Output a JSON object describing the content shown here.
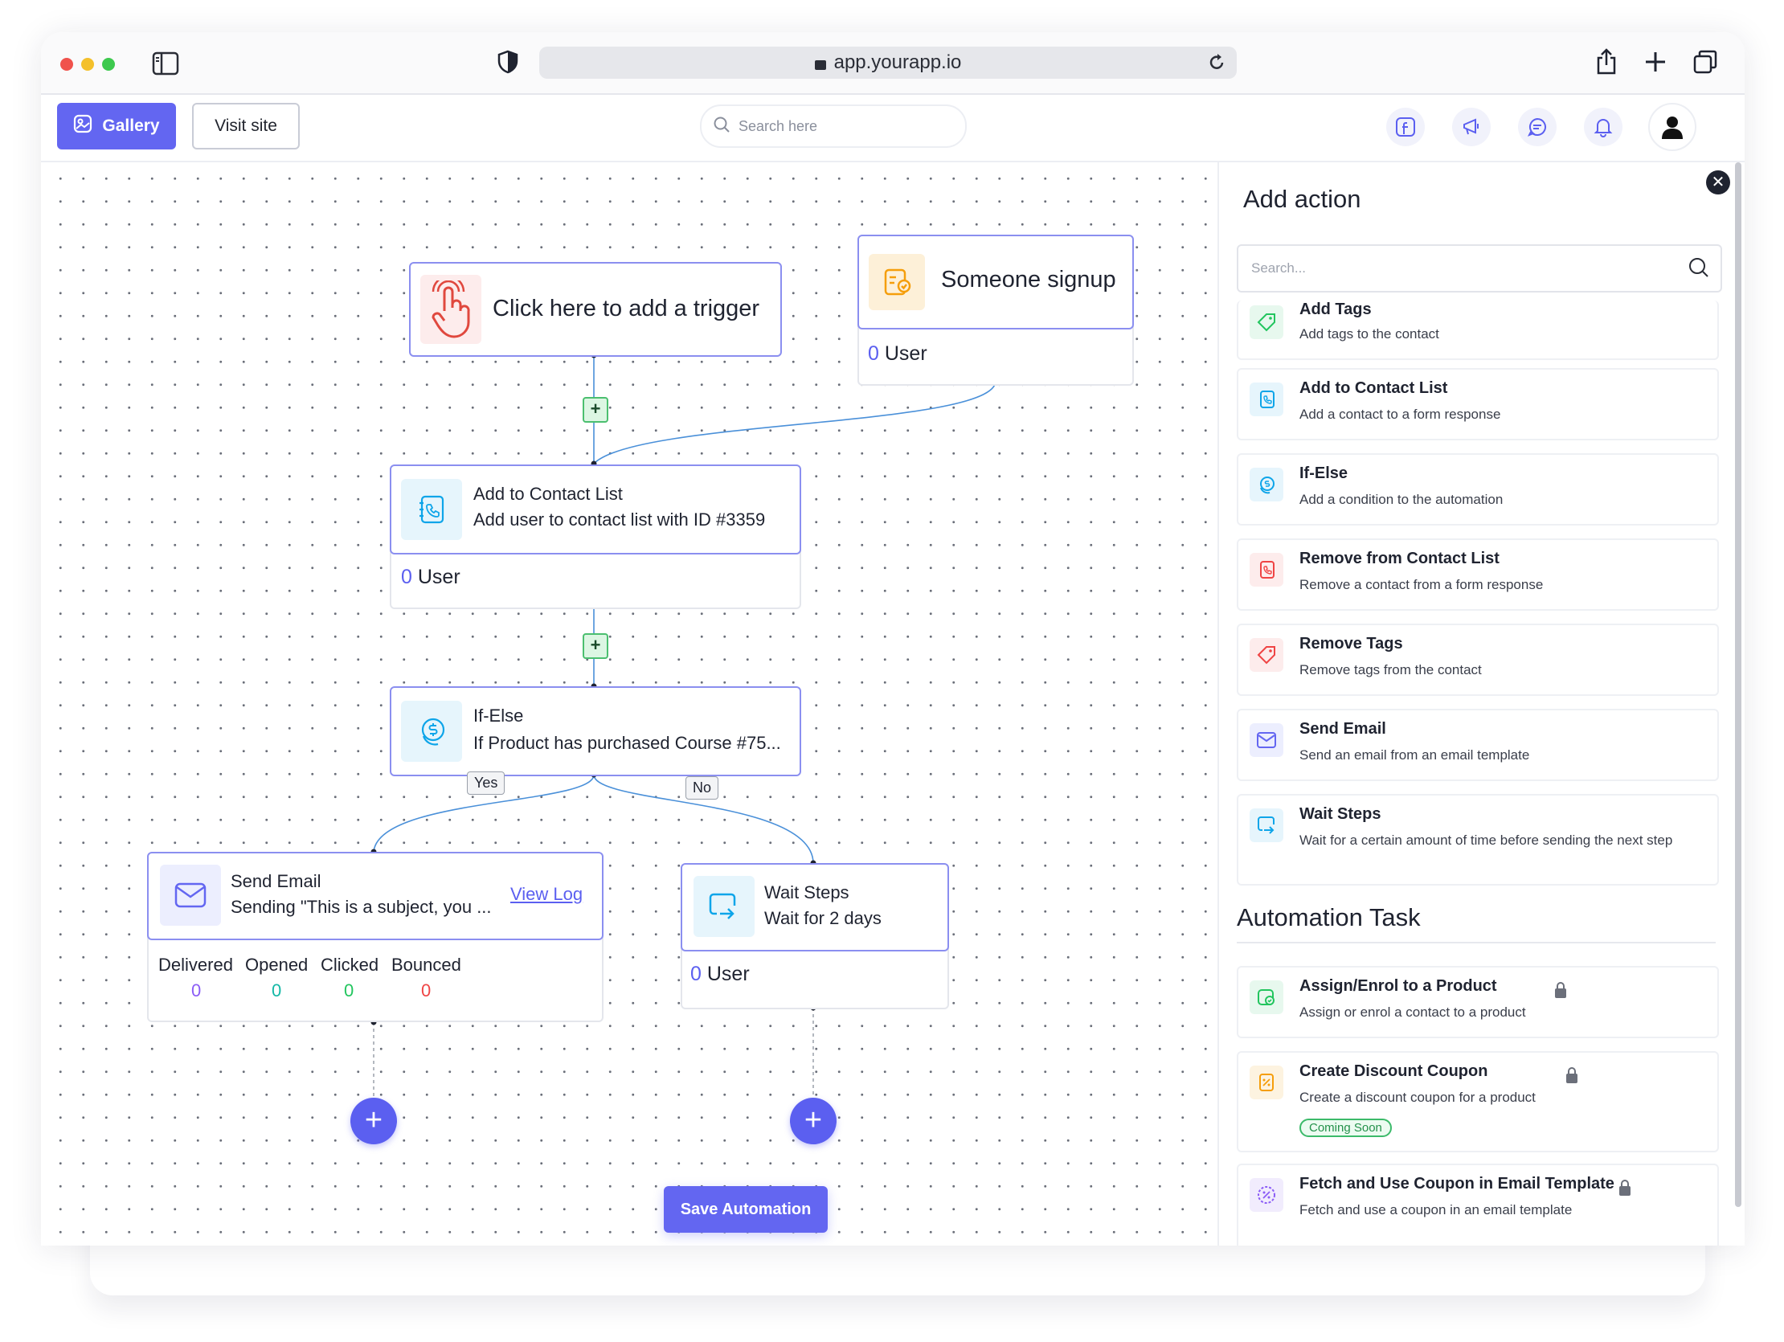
{
  "browser": {
    "url": "app.yourapp.io"
  },
  "toolbar": {
    "gallery_label": "Gallery",
    "visit_label": "Visit site",
    "search_placeholder": "Search here"
  },
  "canvas": {
    "trigger": {
      "label": "Click here to add a trigger"
    },
    "signup": {
      "title": "Someone signup",
      "count": "0",
      "count_label": "User"
    },
    "contact_list": {
      "title": "Add to Contact List",
      "subtitle": "Add user to contact list with ID #3359",
      "count": "0",
      "count_label": "User"
    },
    "if_else": {
      "title": "If-Else",
      "subtitle": "If Product has purchased Course #75..."
    },
    "yes_label": "Yes",
    "no_label": "No",
    "send_email": {
      "title": "Send Email",
      "subtitle": "Sending \"This is a subject, you ...",
      "view_log": "View Log",
      "stats": [
        {
          "label": "Delivered",
          "value": "0",
          "color": "#8b5cf6"
        },
        {
          "label": "Opened",
          "value": "0",
          "color": "#14b8a6"
        },
        {
          "label": "Clicked",
          "value": "0",
          "color": "#22c55e"
        },
        {
          "label": "Bounced",
          "value": "0",
          "color": "#ef4444"
        }
      ]
    },
    "wait_steps": {
      "title": "Wait Steps",
      "subtitle": "Wait for 2 days",
      "count": "0",
      "count_label": "User"
    },
    "plus_symbol": "+",
    "save_label": "Save Automation"
  },
  "panel": {
    "title": "Add action",
    "search_placeholder": "Search...",
    "actions": [
      {
        "name": "Add Tags",
        "desc": "Add tags to the contact",
        "icon": "tag-icon",
        "color": "#22c55e",
        "bg": "#e7f8ee"
      },
      {
        "name": "Add to Contact List",
        "desc": "Add a contact to a form response",
        "icon": "contact-book-icon",
        "color": "#0ea5e9",
        "bg": "#e6f5fc"
      },
      {
        "name": "If-Else",
        "desc": "Add a condition to the automation",
        "icon": "dollar-coin-icon",
        "color": "#0ea5e9",
        "bg": "#e6f5fc"
      },
      {
        "name": "Remove from Contact List",
        "desc": "Remove a contact from a form response",
        "icon": "contact-book-icon",
        "color": "#ef4444",
        "bg": "#fdecec"
      },
      {
        "name": "Remove Tags",
        "desc": "Remove tags from the contact",
        "icon": "tag-icon",
        "color": "#ef4444",
        "bg": "#fdecec"
      },
      {
        "name": "Send Email",
        "desc": "Send an email from an email template",
        "icon": "envelope-icon",
        "color": "#6366f1",
        "bg": "#eceefe"
      },
      {
        "name": "Wait Steps",
        "desc": "Wait for a certain amount of time before sending the next step",
        "icon": "wait-icon",
        "color": "#0ea5e9",
        "bg": "#e6f5fc"
      }
    ],
    "section_title": "Automation Task",
    "tasks": [
      {
        "name": "Assign/Enrol to a Product",
        "desc": "Assign or enrol a contact to a product",
        "icon": "product-icon",
        "color": "#22c55e",
        "bg": "#e7f8ee"
      },
      {
        "name": "Create Discount Coupon",
        "desc": "Create a discount coupon for a product",
        "badge": "Coming Soon",
        "icon": "coupon-icon",
        "color": "#f59e0b",
        "bg": "#fdf3e0"
      },
      {
        "name": "Fetch and Use Coupon in Email Template",
        "desc": "Fetch and use a coupon in an email template",
        "icon": "coupon-icon",
        "color": "#8b5cf6",
        "bg": "#f1ecfd"
      }
    ]
  }
}
